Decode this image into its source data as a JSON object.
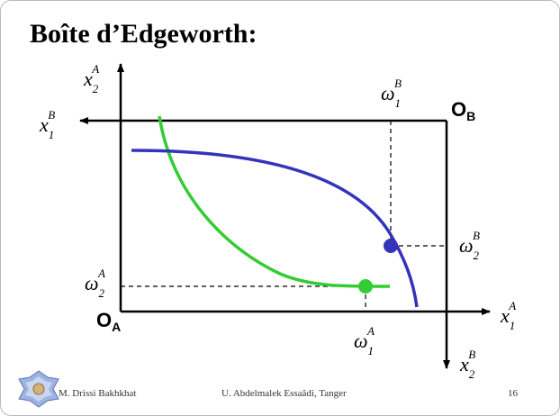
{
  "slide": {
    "title": "Boîte d’Edgeworth:",
    "page_number": "16"
  },
  "diagram": {
    "origin_a": {
      "main": "O",
      "sub": "A"
    },
    "origin_b": {
      "main": "O",
      "sub": "B"
    },
    "axis_x1_a": {
      "main": "x",
      "sub": "1",
      "sup": "A"
    },
    "axis_x2_a": {
      "main": "x",
      "sub": "2",
      "sup": "A"
    },
    "axis_x1_b": {
      "main": "x",
      "sub": "1",
      "sup": "B"
    },
    "axis_x2_b": {
      "main": "x",
      "sub": "2",
      "sup": "B"
    },
    "omega_1_a": {
      "main": "ω",
      "sub": "1",
      "sup": "A"
    },
    "omega_2_a": {
      "main": "ω",
      "sub": "2",
      "sup": "A"
    },
    "omega_1_b": {
      "main": "ω",
      "sub": "1",
      "sup": "B"
    },
    "omega_2_b": {
      "main": "ω",
      "sub": "2",
      "sup": "B"
    },
    "colors": {
      "indifference_a": "#33cc33",
      "indifference_b": "#3333bb",
      "axes": "#000000"
    }
  },
  "footer": {
    "author": "M. Drissi Bakhkhat",
    "institution": "U. Abdelmalek Essaâdi, Tanger",
    "logo_icon": "university-logo-icon"
  }
}
